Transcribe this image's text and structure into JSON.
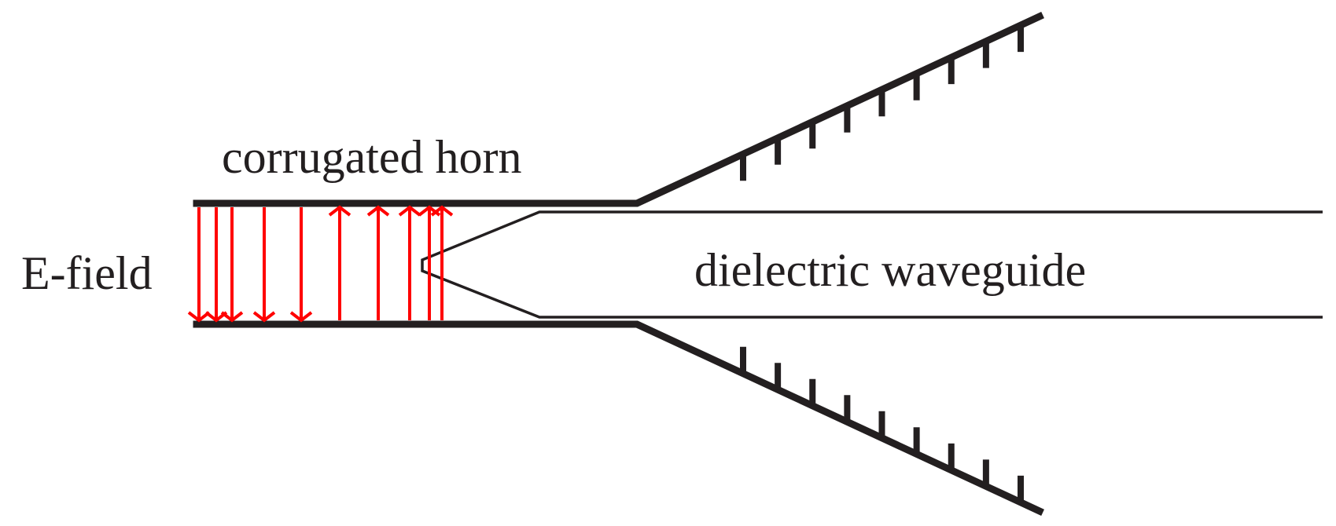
{
  "labels": {
    "horn": "corrugated horn",
    "efield": "E-field",
    "waveguide": "dielectric waveguide"
  },
  "colors": {
    "structure": "#231f20",
    "field": "#ff0000",
    "background": "#ffffff"
  },
  "field_arrows": [
    {
      "direction": "down"
    },
    {
      "direction": "down"
    },
    {
      "direction": "down"
    },
    {
      "direction": "down"
    },
    {
      "direction": "down"
    },
    {
      "direction": "up"
    },
    {
      "direction": "up"
    },
    {
      "direction": "up"
    },
    {
      "direction": "up"
    },
    {
      "direction": "up"
    }
  ],
  "corrugation_count_per_side": 9
}
